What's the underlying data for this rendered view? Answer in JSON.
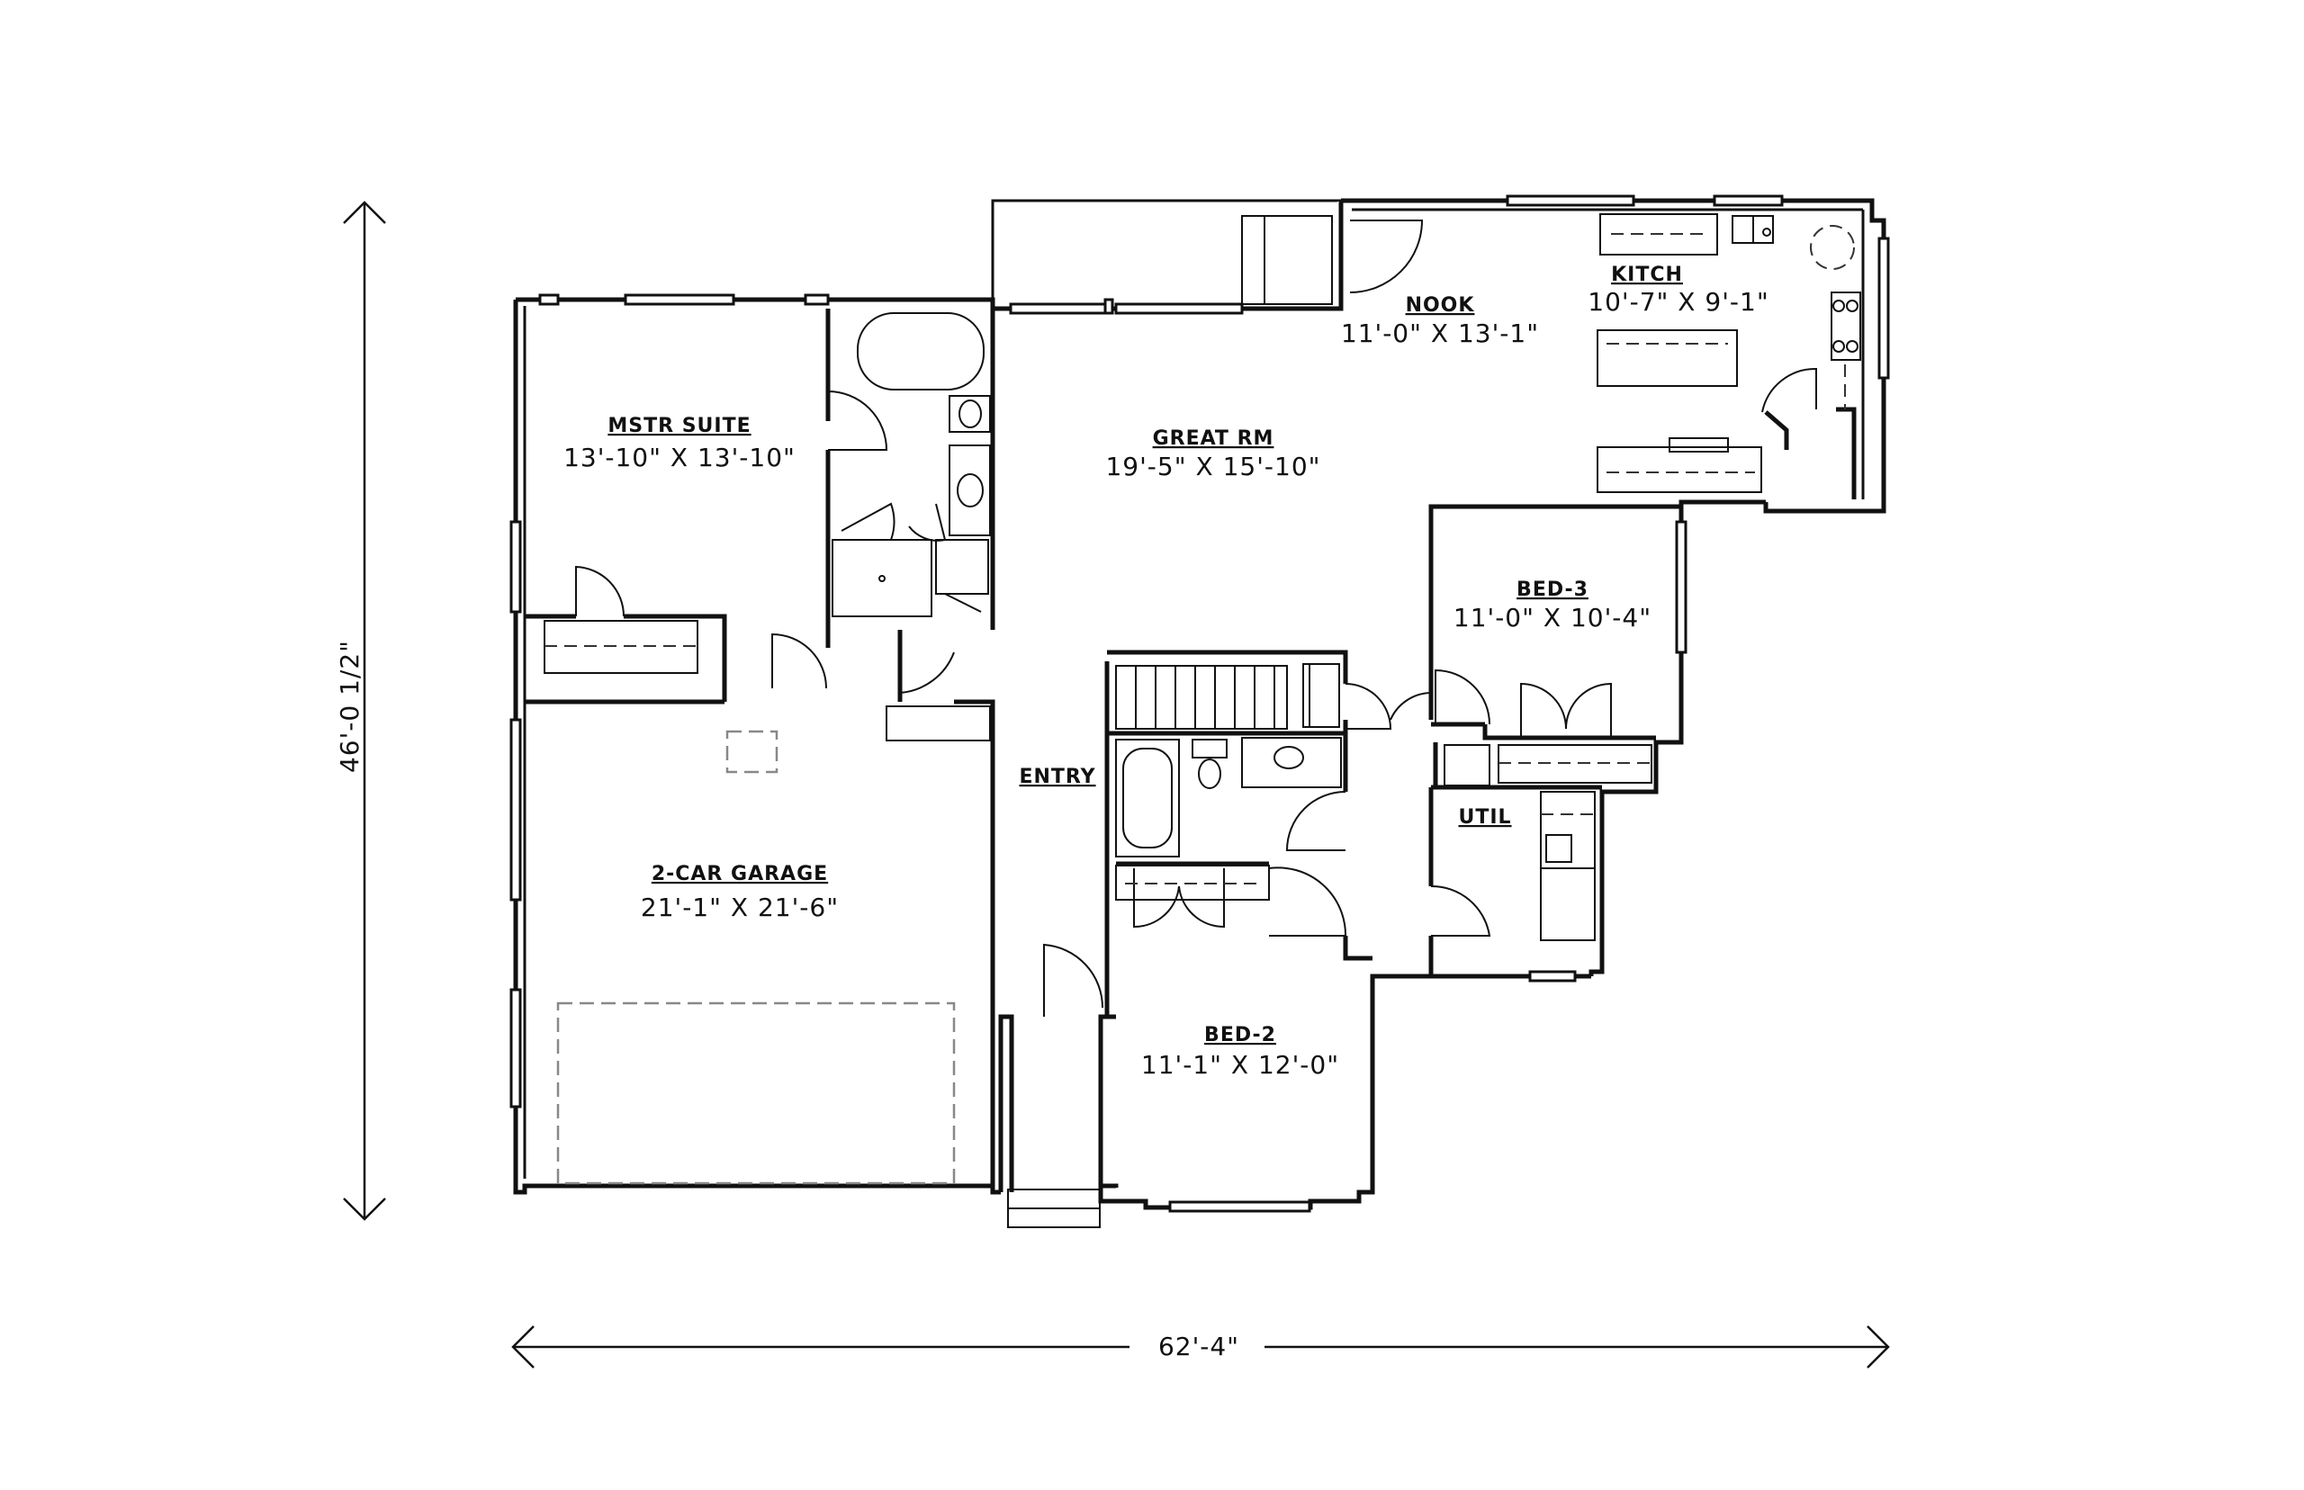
{
  "plan": {
    "overall_width": "62'-4\"",
    "overall_depth": "46'-0 1/2\"",
    "rooms": {
      "nook": {
        "name": "NOOK",
        "size": "11'-0\" X 13'-1\""
      },
      "kitch": {
        "name": "KITCH",
        "size": "10'-7\" X 9'-1\""
      },
      "mstr": {
        "name": "MSTR SUITE",
        "size": "13'-10\" X 13'-10\""
      },
      "great": {
        "name": "GREAT RM",
        "size": "19'-5\" X 15'-10\""
      },
      "bed3": {
        "name": "BED-3",
        "size": "11'-0\" X 10'-4\""
      },
      "util": {
        "name": "UTIL"
      },
      "entry": {
        "name": "ENTRY"
      },
      "garage": {
        "name": "2-CAR GARAGE",
        "size": "21'-1\" X 21'-6\""
      },
      "bed2": {
        "name": "BED-2",
        "size": "11'-1\" X 12'-0\""
      }
    }
  }
}
